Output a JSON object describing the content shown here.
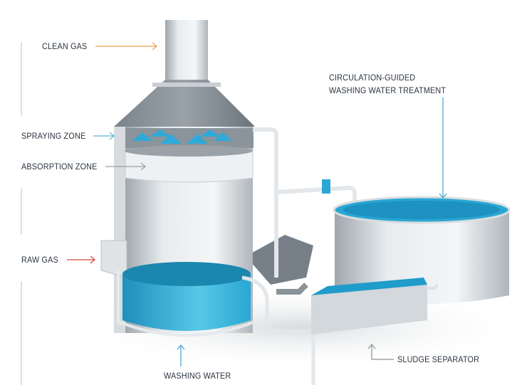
{
  "labels": {
    "clean_gas": "CLEAN GAS",
    "spraying_zone": "SPRAYING ZONE",
    "absorption_zone": "ABSORPTION ZONE",
    "raw_gas": "RAW GAS",
    "washing_water": "WASHING WATER",
    "circulation_line1": "CIRCULATION-GUIDED",
    "circulation_line2": "WASHING WATER TREATMENT",
    "sludge_separator": "SLUDGE SEPARATOR"
  },
  "colors": {
    "clean_gas_arrow": "#f0a050",
    "spraying_arrow": "#5ab8d6",
    "absorption_arrow": "#9aa0a6",
    "raw_gas_arrow": "#d9463a",
    "water_arrow": "#3aa6cc",
    "water": "#2aa7d4"
  }
}
